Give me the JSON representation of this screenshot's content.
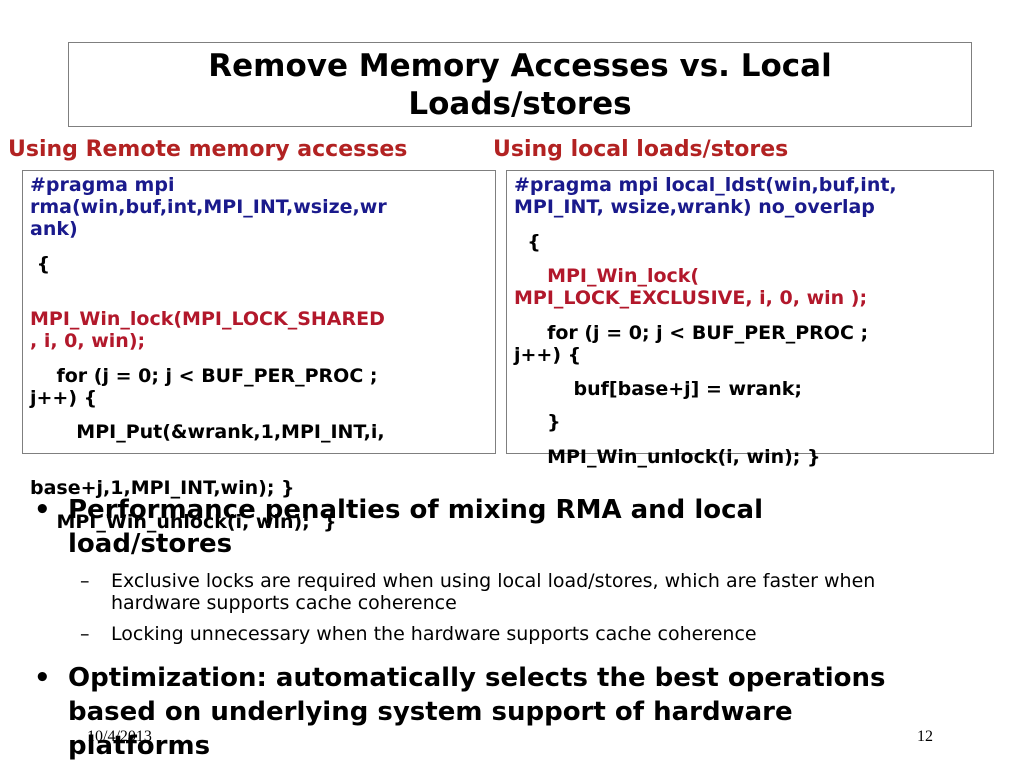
{
  "title": {
    "line1": "Remove Memory Accesses vs. Local",
    "line2": "Loads/stores"
  },
  "left_column": {
    "heading": "Using Remote memory accesses",
    "code": {
      "l1": "#pragma mpi",
      "l2": "rma(win,buf,int,MPI_INT,wsize,wr",
      "l3": "ank)",
      "l4": " {",
      "l5": "MPI_Win_lock(MPI_LOCK_SHARED",
      "l6": ", i, 0, win);",
      "l7": "    for (j = 0; j < BUF_PER_PROC ;",
      "l8": "j++) {",
      "l9": "       MPI_Put(&wrank,1,MPI_INT,i,",
      "l10": "base+j,1,MPI_INT,win); }",
      "l11": "    MPI_Win_unlock(i, win);  }"
    }
  },
  "right_column": {
    "heading": "Using local loads/stores",
    "code": {
      "l1": "#pragma mpi local_ldst(win,buf,int,",
      "l2": "MPI_INT, wsize,wrank) no_overlap",
      "l3": "  {",
      "l4": "     MPI_Win_lock(",
      "l5": "MPI_LOCK_EXCLUSIVE, i, 0, win );",
      "l6": "     for (j = 0; j < BUF_PER_PROC ;",
      "l7": "j++) {",
      "l8": "         buf[base+j] = wrank;",
      "l9": "     }",
      "l10": "     MPI_Win_unlock(i, win); }"
    }
  },
  "bullets": [
    {
      "line1": "Performance penalties of mixing RMA and local",
      "line2": "load/stores",
      "subs": [
        {
          "line1": "Exclusive locks are required when using local load/stores, which are faster when",
          "line2": "hardware supports cache coherence"
        },
        {
          "line1": "Locking unnecessary when the hardware supports cache coherence"
        }
      ]
    },
    {
      "line1": "Optimization: automatically selects the best operations",
      "line2": "based on underlying system support of hardware",
      "line3": "platforms"
    }
  ],
  "bullet_symbol": "•",
  "dash_symbol": "–",
  "footer": {
    "date": "10/4/2013",
    "page": "12"
  },
  "colors": {
    "heading_red": "#b22222",
    "code_blue": "#1a1a8c",
    "code_red": "#b2182b"
  }
}
